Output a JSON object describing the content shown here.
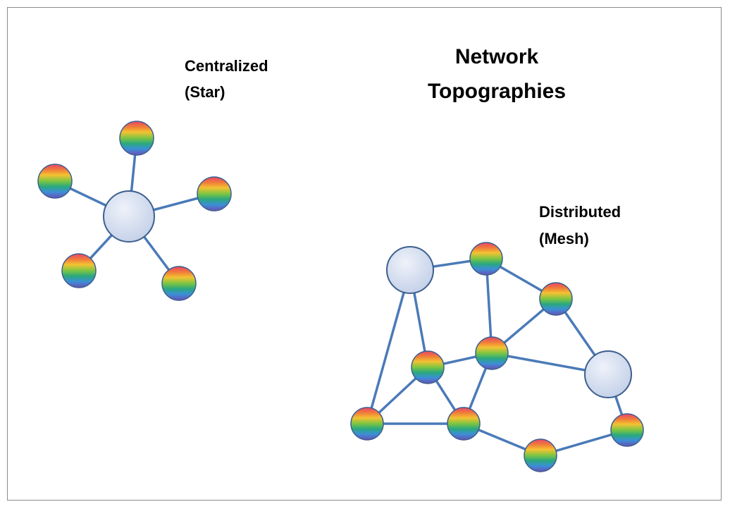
{
  "title_lines": [
    "Network",
    "Topographies"
  ],
  "star": {
    "label_lines": [
      "Centralized",
      "(Star)"
    ]
  },
  "mesh": {
    "label_lines": [
      "Distributed",
      "(Mesh)"
    ]
  },
  "colors": {
    "edge": "#4a7ab8",
    "hub_fill": "#d4deef",
    "hub_stroke": "#3e5f8f",
    "frame": "#8a8a8a",
    "rainbow": [
      "#e8456a",
      "#f07a3a",
      "#f4c232",
      "#7cc542",
      "#2aa87e",
      "#3b8fd6",
      "#6a4fb5"
    ]
  }
}
